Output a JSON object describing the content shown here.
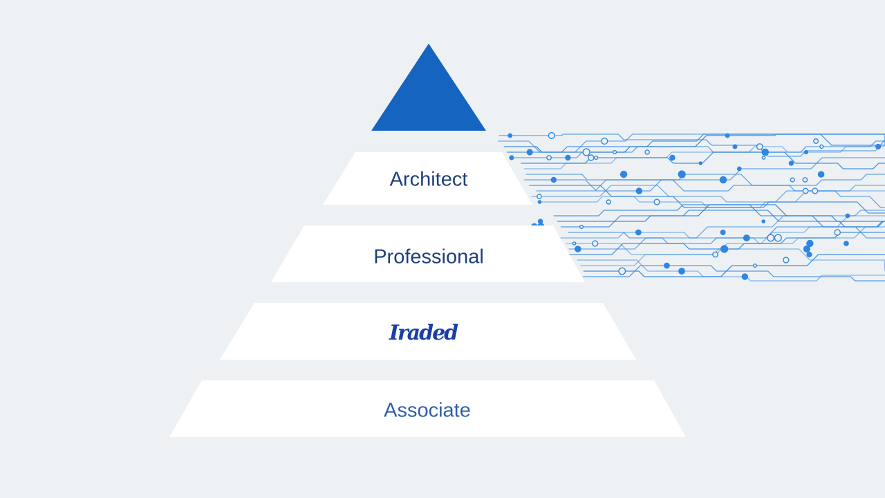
{
  "pyramid": {
    "tiers": [
      {
        "label": "Architect",
        "color": "#1f3f7a"
      },
      {
        "label": "Professional",
        "color": "#1f3f7a"
      },
      {
        "label": "Iraded",
        "color": "#1c3fa6"
      },
      {
        "label": "Associate",
        "color": "#2f5fa8"
      }
    ]
  },
  "colors": {
    "background": "#eef1f4",
    "apex": "#1565c0",
    "band": "#ffffff",
    "circuit": "#2f86e0"
  },
  "decoration": {
    "icon": "circuit-traces-icon"
  }
}
